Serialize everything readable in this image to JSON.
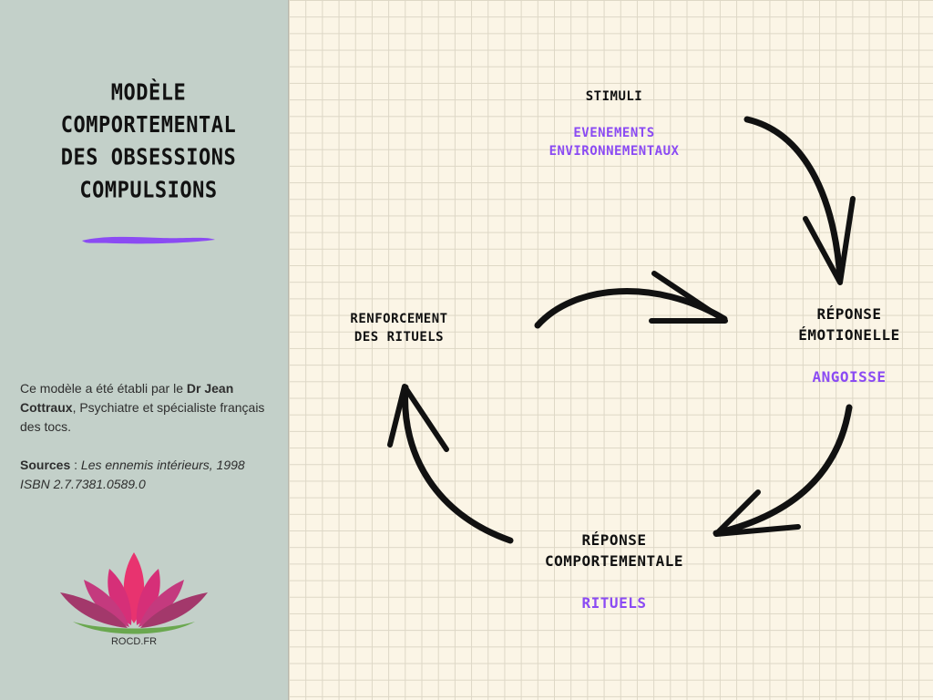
{
  "sidebar": {
    "title_lines": [
      "MODÈLE",
      "COMPORTEMENTAL",
      "DES OBSESSIONS",
      "COMPULSIONS"
    ],
    "description": {
      "intro": "Ce modèle a été établi par le ",
      "author": "Dr Jean Cottraux",
      "rest": ", Psychiatre et spécialiste français des tocs.",
      "sources_label": "Sources",
      "sources_sep": " : ",
      "sources_work": "Les ennemis intérieurs, 1998",
      "isbn": "ISBN 2.7.7381.0589.0"
    },
    "logo_text": "ROCD.FR"
  },
  "diagram": {
    "nodes": [
      {
        "id": "stimuli",
        "label_lines": [
          "STIMULI"
        ],
        "sub_lines": [
          "EVENEMENTS",
          "ENVIRONNEMENTAUX"
        ]
      },
      {
        "id": "reponse-emotionnelle",
        "label_lines": [
          "RÉPONSE",
          "ÉMOTIONELLE"
        ],
        "sub_lines": [
          "ANGOISSE"
        ]
      },
      {
        "id": "reponse-comportementale",
        "label_lines": [
          "RÉPONSE",
          "COMPORTEMENTALE"
        ],
        "sub_lines": [
          "RITUELS"
        ]
      },
      {
        "id": "renforcement",
        "label_lines": [
          "RENFORCEMENT",
          "DES RITUELS"
        ],
        "sub_lines": []
      }
    ],
    "edges": [
      {
        "from": "stimuli",
        "to": "reponse-emotionnelle"
      },
      {
        "from": "reponse-emotionnelle",
        "to": "reponse-comportementale"
      },
      {
        "from": "reponse-comportementale",
        "to": "renforcement"
      },
      {
        "from": "renforcement",
        "to": "reponse-emotionnelle"
      }
    ]
  },
  "colors": {
    "sidebar_bg": "#c3d0c9",
    "accent": "#8b4bf3",
    "arrow": "#111111",
    "lotus_pink": "#e8336f",
    "lotus_green": "#6aa84f"
  }
}
